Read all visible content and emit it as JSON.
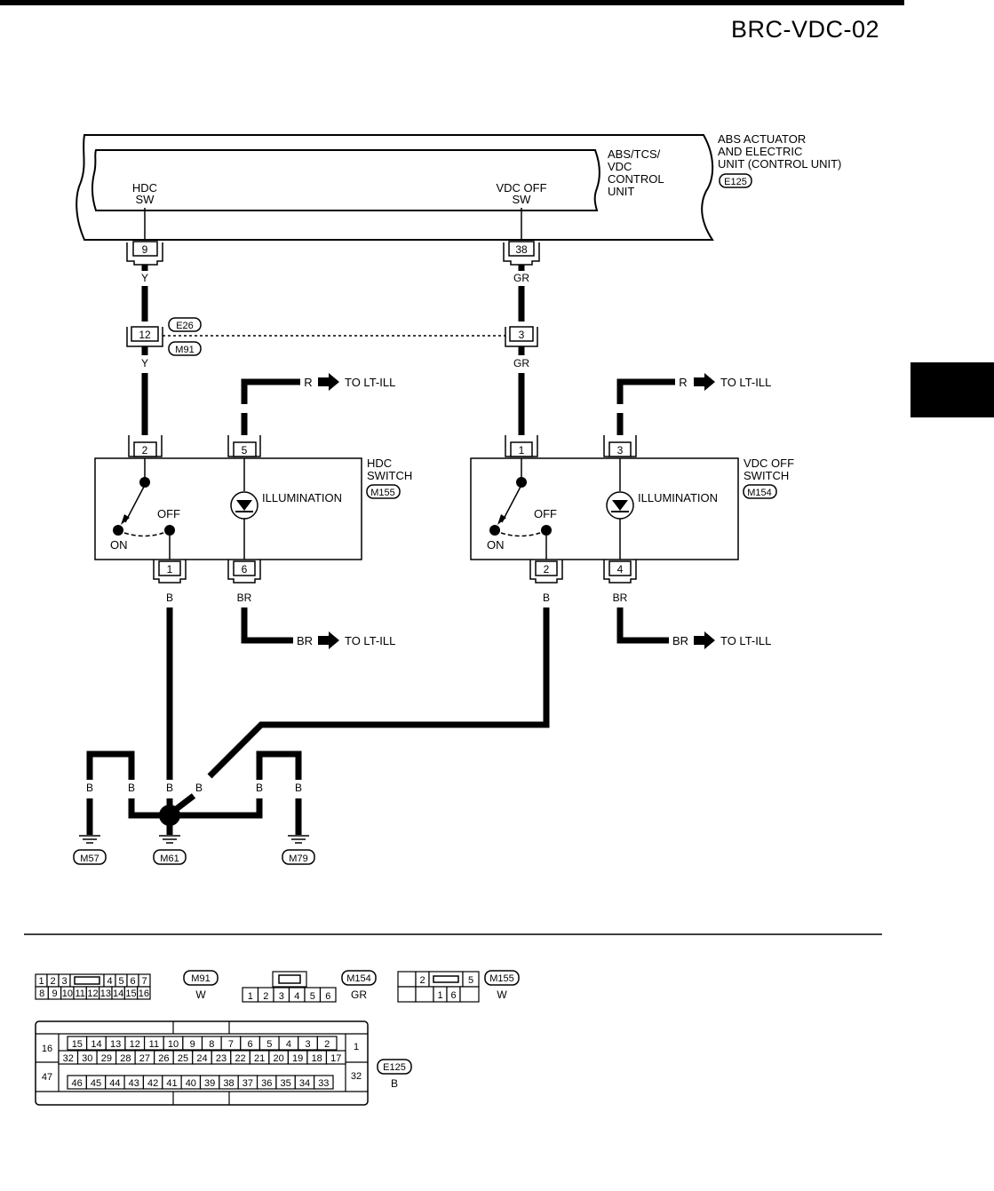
{
  "page_id": "BRC-VDC-02",
  "unit": {
    "name_lines": [
      "ABS ACTUATOR",
      "AND ELECTRIC",
      "UNIT (CONTROL UNIT)"
    ],
    "connector": "E125",
    "inner_lines": [
      "ABS/TCS/",
      "VDC",
      "CONTROL",
      "UNIT"
    ],
    "hdc_sw_lines": [
      "HDC",
      "SW"
    ],
    "vdc_sw_lines": [
      "VDC OFF",
      "SW"
    ]
  },
  "pins": {
    "unit_hdc": "9",
    "unit_vdc": "38",
    "joint_hdc": "12",
    "joint_vdc": "3",
    "hdc_in": "2",
    "hdc_ill_in": "5",
    "hdc_out": "1",
    "hdc_ill_out": "6",
    "vdc_in": "1",
    "vdc_ill_in": "3",
    "vdc_out": "2",
    "vdc_ill_out": "4"
  },
  "joint_connectors": [
    "E26",
    "M91"
  ],
  "wire_colors": {
    "y": "Y",
    "gr": "GR",
    "r": "R",
    "br": "BR",
    "b": "B"
  },
  "destinations": {
    "lt_ill": "TO LT-ILL"
  },
  "hdc_switch": {
    "title_lines": [
      "HDC",
      "SWITCH"
    ],
    "connector": "M155"
  },
  "vdc_switch": {
    "title_lines": [
      "VDC OFF",
      "SWITCH"
    ],
    "connector": "M154"
  },
  "switch_labels": {
    "on": "ON",
    "off": "OFF",
    "illumination": "ILLUMINATION"
  },
  "grounds": [
    "M57",
    "M61",
    "M79"
  ],
  "connector_views": {
    "m91": {
      "id": "M91",
      "color": "W",
      "row1": [
        "1",
        "2",
        "3",
        "",
        "4",
        "5",
        "6",
        "7"
      ],
      "row2": [
        "8",
        "9",
        "10",
        "11",
        "12",
        "13",
        "14",
        "15",
        "16"
      ]
    },
    "m154": {
      "id": "M154",
      "color": "GR",
      "row": [
        "1",
        "2",
        "3",
        "4",
        "5",
        "6"
      ]
    },
    "m155": {
      "id": "M155",
      "color": "W",
      "row1": [
        "",
        "2",
        "",
        "5"
      ],
      "row2": [
        "",
        "",
        "1",
        "6",
        ""
      ]
    },
    "e125": {
      "id": "E125",
      "color": "B",
      "left_top": "16",
      "left_bottom": "47",
      "right_top": "1",
      "right_bottom": "32",
      "row1": [
        "15",
        "14",
        "13",
        "12",
        "11",
        "10",
        "9",
        "8",
        "7",
        "6",
        "5",
        "4",
        "3",
        "2"
      ],
      "row2": [
        "32",
        "30",
        "29",
        "28",
        "27",
        "26",
        "25",
        "24",
        "23",
        "22",
        "21",
        "20",
        "19",
        "18",
        "17"
      ],
      "row3": [
        "46",
        "45",
        "44",
        "43",
        "42",
        "41",
        "40",
        "39",
        "38",
        "37",
        "36",
        "35",
        "34",
        "33"
      ]
    }
  }
}
